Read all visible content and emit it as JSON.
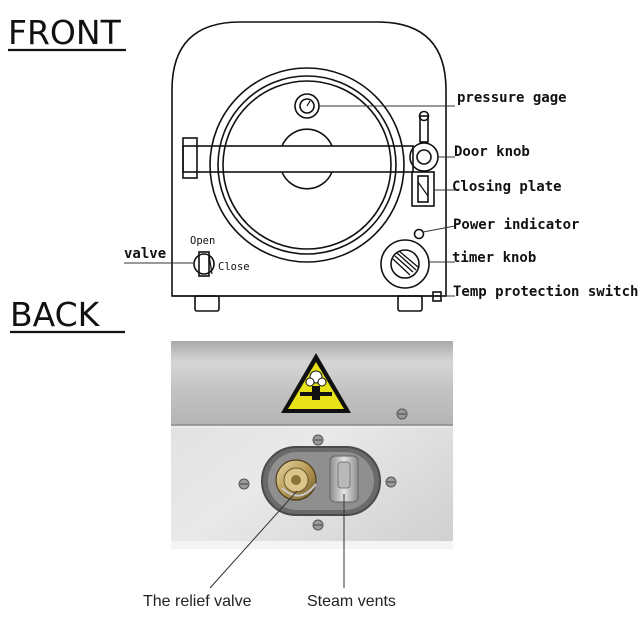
{
  "front": {
    "title": "FRONT",
    "labels": {
      "pressure_gage": "pressure gage",
      "door_knob": "Door knob",
      "closing_plate": "Closing plate",
      "power_indicator": "Power indicator",
      "timer_knob": "timer knob",
      "temp_switch": "Temp protection switch",
      "valve": "valve",
      "open": "Open",
      "close": "Close"
    }
  },
  "back": {
    "title": "BACK",
    "labels": {
      "relief_valve": "The relief valve",
      "steam_vents": "Steam vents"
    }
  },
  "colors": {
    "outline": "#111111",
    "steel_light": "#d9d9d9",
    "steel_dark": "#8f8f8f",
    "warning_yellow": "#e8e21a"
  },
  "icons": [
    "hazard-warning-icon",
    "screw-icon"
  ]
}
